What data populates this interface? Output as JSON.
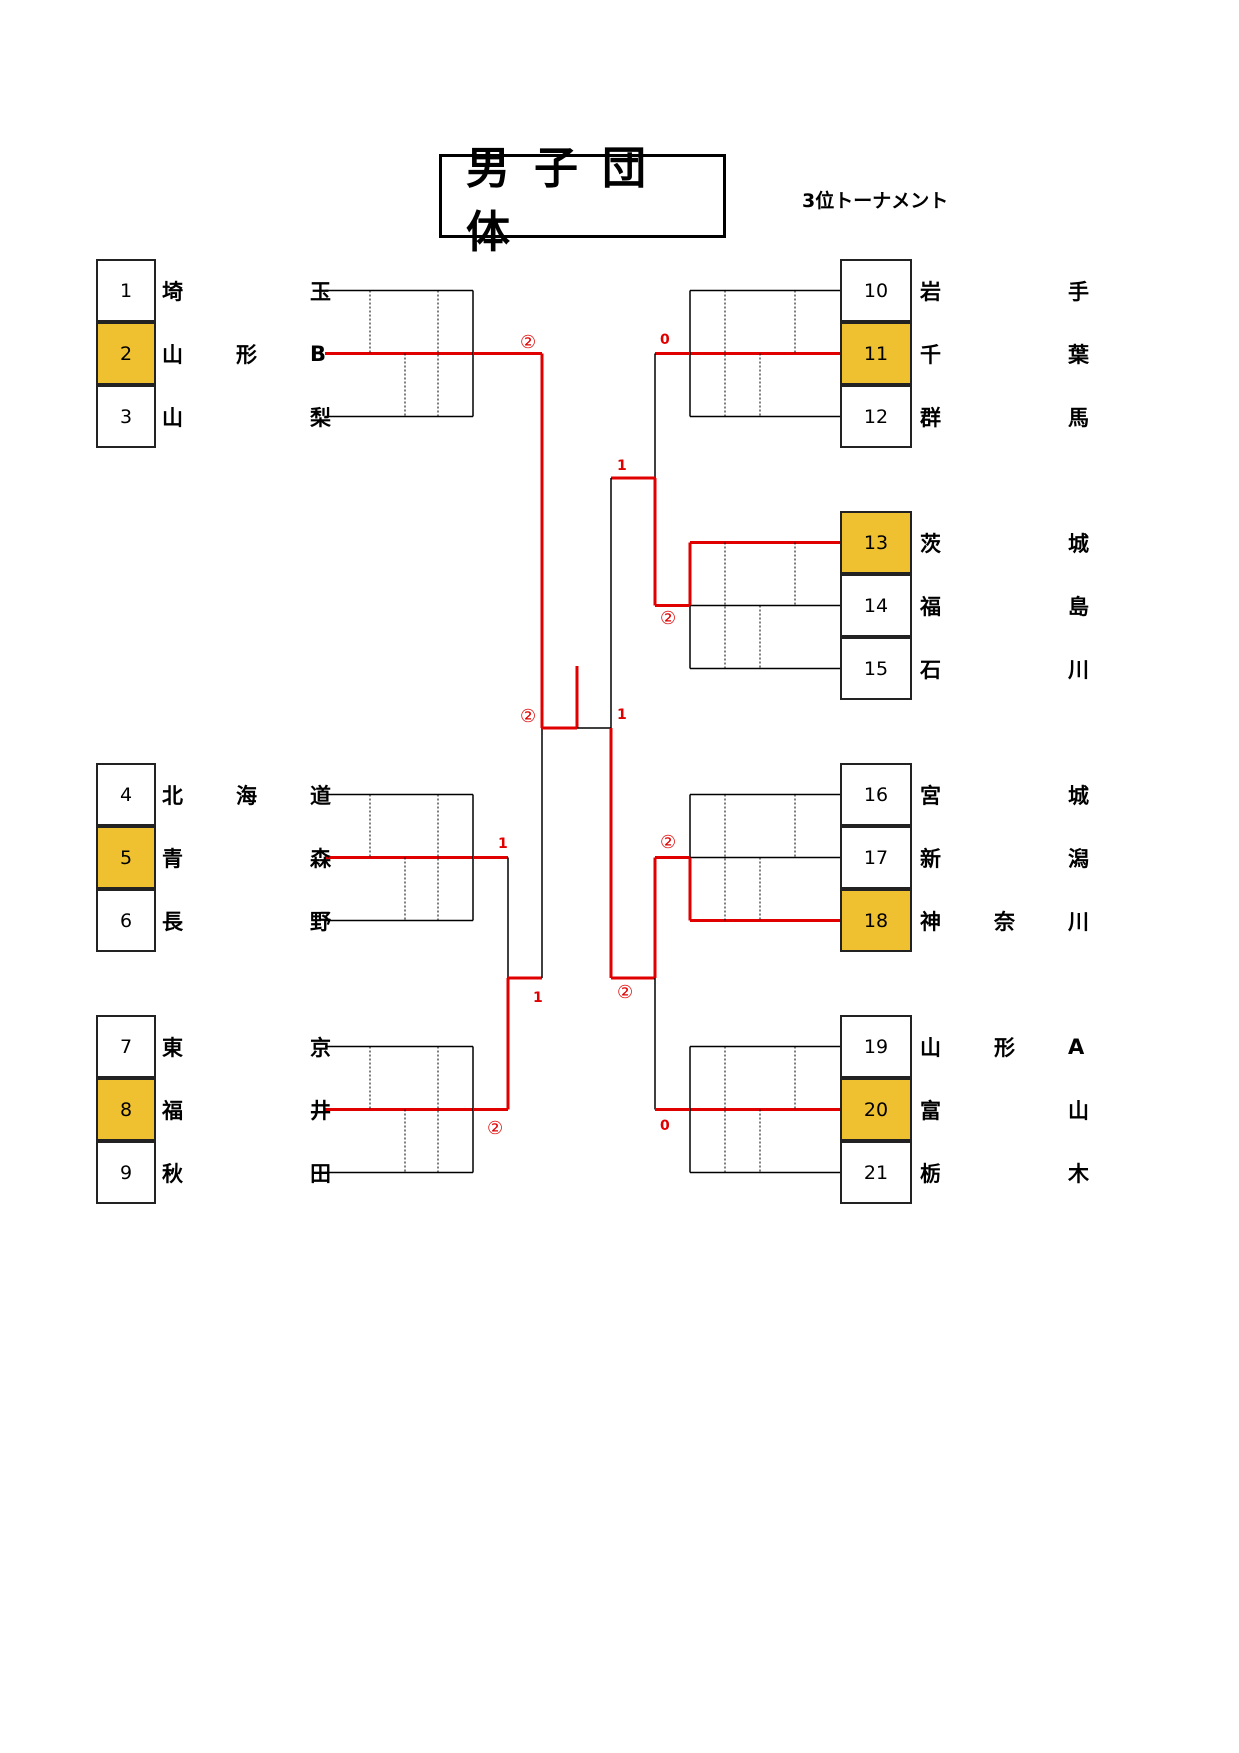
{
  "title": "男子団体",
  "title_chars": [
    "男",
    "子",
    "団",
    "体"
  ],
  "subtitle": "3位トーナメント",
  "colors": {
    "winner_fill": "#efc02f",
    "win_line": "#e00000",
    "line": "#000000"
  },
  "left_groups": [
    {
      "teams": [
        {
          "seed": "1",
          "chars": [
            "埼",
            "",
            "玉"
          ],
          "winner": false
        },
        {
          "seed": "2",
          "chars": [
            "山",
            "形",
            "B"
          ],
          "winner": true
        },
        {
          "seed": "3",
          "chars": [
            "山",
            "",
            "梨"
          ],
          "winner": false
        }
      ]
    },
    {
      "teams": [
        {
          "seed": "4",
          "chars": [
            "北",
            "海",
            "道"
          ],
          "winner": false
        },
        {
          "seed": "5",
          "chars": [
            "青",
            "",
            "森"
          ],
          "winner": true
        },
        {
          "seed": "6",
          "chars": [
            "長",
            "",
            "野"
          ],
          "winner": false
        }
      ]
    },
    {
      "teams": [
        {
          "seed": "7",
          "chars": [
            "東",
            "",
            "京"
          ],
          "winner": false
        },
        {
          "seed": "8",
          "chars": [
            "福",
            "",
            "井"
          ],
          "winner": true
        },
        {
          "seed": "9",
          "chars": [
            "秋",
            "",
            "田"
          ],
          "winner": false
        }
      ]
    }
  ],
  "right_groups": [
    {
      "teams": [
        {
          "seed": "10",
          "chars": [
            "岩",
            "",
            "手"
          ],
          "winner": false
        },
        {
          "seed": "11",
          "chars": [
            "千",
            "",
            "葉"
          ],
          "winner": true
        },
        {
          "seed": "12",
          "chars": [
            "群",
            "",
            "馬"
          ],
          "winner": false
        }
      ]
    },
    {
      "teams": [
        {
          "seed": "13",
          "chars": [
            "茨",
            "",
            "城"
          ],
          "winner": true
        },
        {
          "seed": "14",
          "chars": [
            "福",
            "",
            "島"
          ],
          "winner": false
        },
        {
          "seed": "15",
          "chars": [
            "石",
            "",
            "川"
          ],
          "winner": false
        }
      ]
    },
    {
      "teams": [
        {
          "seed": "16",
          "chars": [
            "宮",
            "",
            "城"
          ],
          "winner": false
        },
        {
          "seed": "17",
          "chars": [
            "新",
            "",
            "潟"
          ],
          "winner": false
        },
        {
          "seed": "18",
          "chars": [
            "神",
            "奈",
            "川"
          ],
          "winner": true
        }
      ]
    },
    {
      "teams": [
        {
          "seed": "19",
          "chars": [
            "山",
            "形",
            "A"
          ],
          "winner": false
        },
        {
          "seed": "20",
          "chars": [
            "富",
            "",
            "山"
          ],
          "winner": true
        },
        {
          "seed": "21",
          "chars": [
            "栃",
            "",
            "木"
          ],
          "winner": false
        }
      ]
    }
  ],
  "scores": {
    "left_g1_win": "②",
    "left_g2_win": "1",
    "left_g3_win": "②",
    "left_semi_lower": "1",
    "left_final": "②",
    "right_g1_win": "0",
    "right_semi_upper": "1",
    "right_g2_win": "②",
    "right_final": "1",
    "right_g3_win": "②",
    "right_semi_lower": "②",
    "right_g4_win": "0"
  }
}
